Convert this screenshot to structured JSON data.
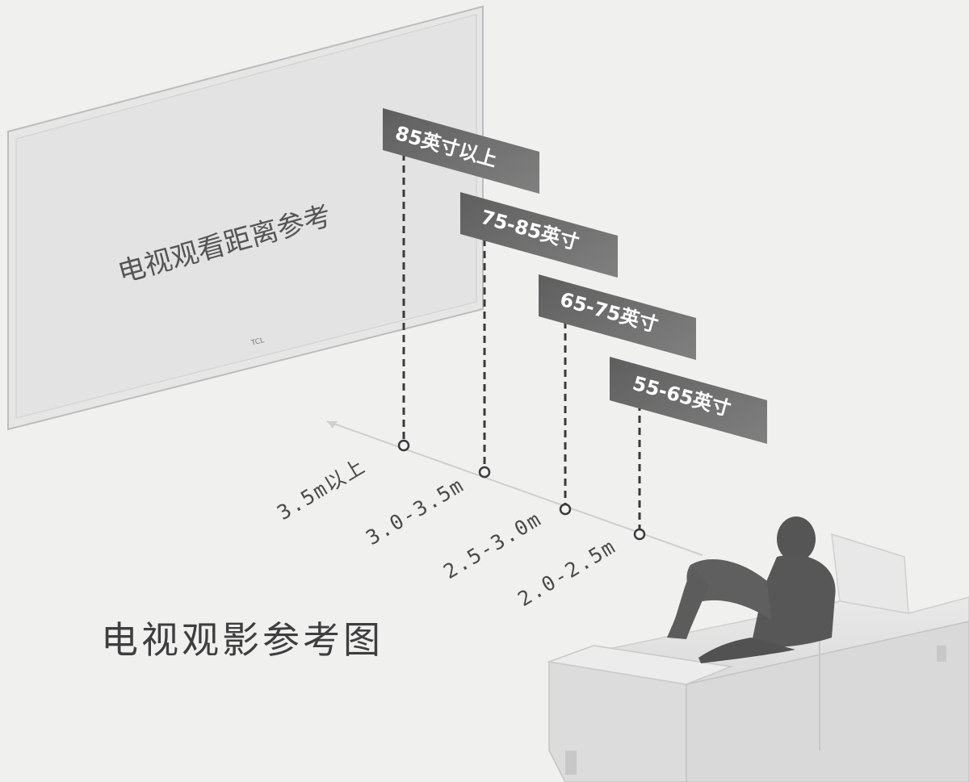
{
  "tv": {
    "screen_text": "电视观看距离参考",
    "logo": "TCL"
  },
  "sizes": [
    {
      "label": "85英寸以上",
      "distance": "3.5m以上"
    },
    {
      "label": "75-85英寸",
      "distance": "3.0-3.5m"
    },
    {
      "label": "65-75英寸",
      "distance": "2.5-3.0m"
    },
    {
      "label": "55-65英寸",
      "distance": "2.0-2.5m"
    }
  ],
  "caption": "电视观影参考图",
  "colors": {
    "background": "#f0f0ee",
    "tag": "#6e6e6e",
    "line": "#3a3a3a",
    "sofa": "#e2e2e2",
    "person": "#5a5a5a"
  }
}
